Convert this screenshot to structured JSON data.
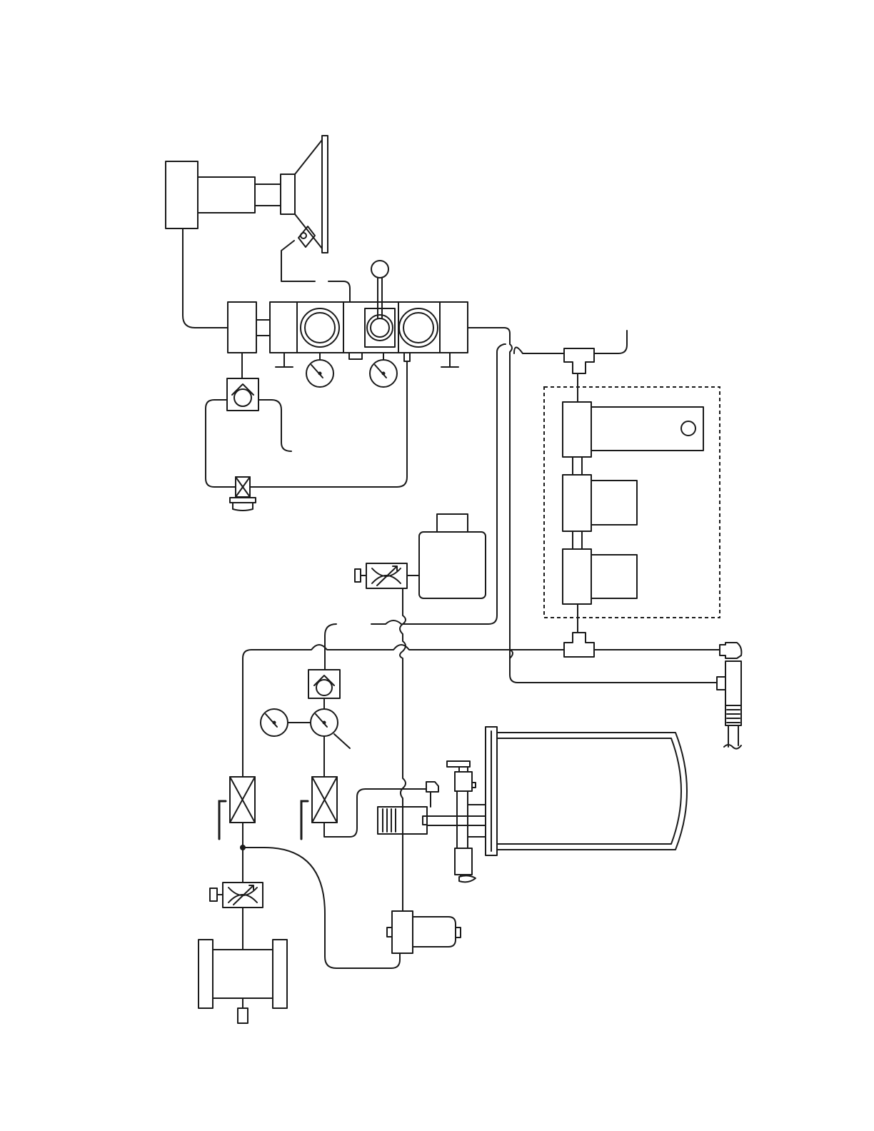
{
  "diagram": {
    "type": "hydraulic-pneumatic-schematic",
    "line_color": "#1a1a1a",
    "background": "#ffffff",
    "components": [
      {
        "id": "pump-motor",
        "icon": "pump-motor-icon"
      },
      {
        "id": "spray-nozzle",
        "icon": "spray-nozzle-icon"
      },
      {
        "id": "directional-valve-bank",
        "icon": "valve-bank-icon"
      },
      {
        "id": "control-lever",
        "icon": "lever-handle-icon"
      },
      {
        "id": "pressure-gauges",
        "icon": "pressure-gauge-icon"
      },
      {
        "id": "check-valve",
        "icon": "check-valve-icon"
      },
      {
        "id": "filters",
        "icon": "filter-icon"
      },
      {
        "id": "flow-control-valves",
        "icon": "flow-control-valve-icon"
      },
      {
        "id": "reservoir-tank",
        "icon": "reservoir-tank-icon"
      },
      {
        "id": "manifold-block",
        "icon": "manifold-block-icon"
      },
      {
        "id": "accumulator-cylinder",
        "icon": "cylinder-icon"
      },
      {
        "id": "pressure-tank",
        "icon": "pressure-tank-icon"
      },
      {
        "id": "cartridge-valve",
        "icon": "cartridge-valve-icon"
      },
      {
        "id": "pipe-tee-fittings",
        "icon": "tee-fitting-icon"
      },
      {
        "id": "elbow-fitting",
        "icon": "elbow-fitting-icon"
      },
      {
        "id": "hose-coupling",
        "icon": "hose-coupling-icon"
      }
    ]
  }
}
